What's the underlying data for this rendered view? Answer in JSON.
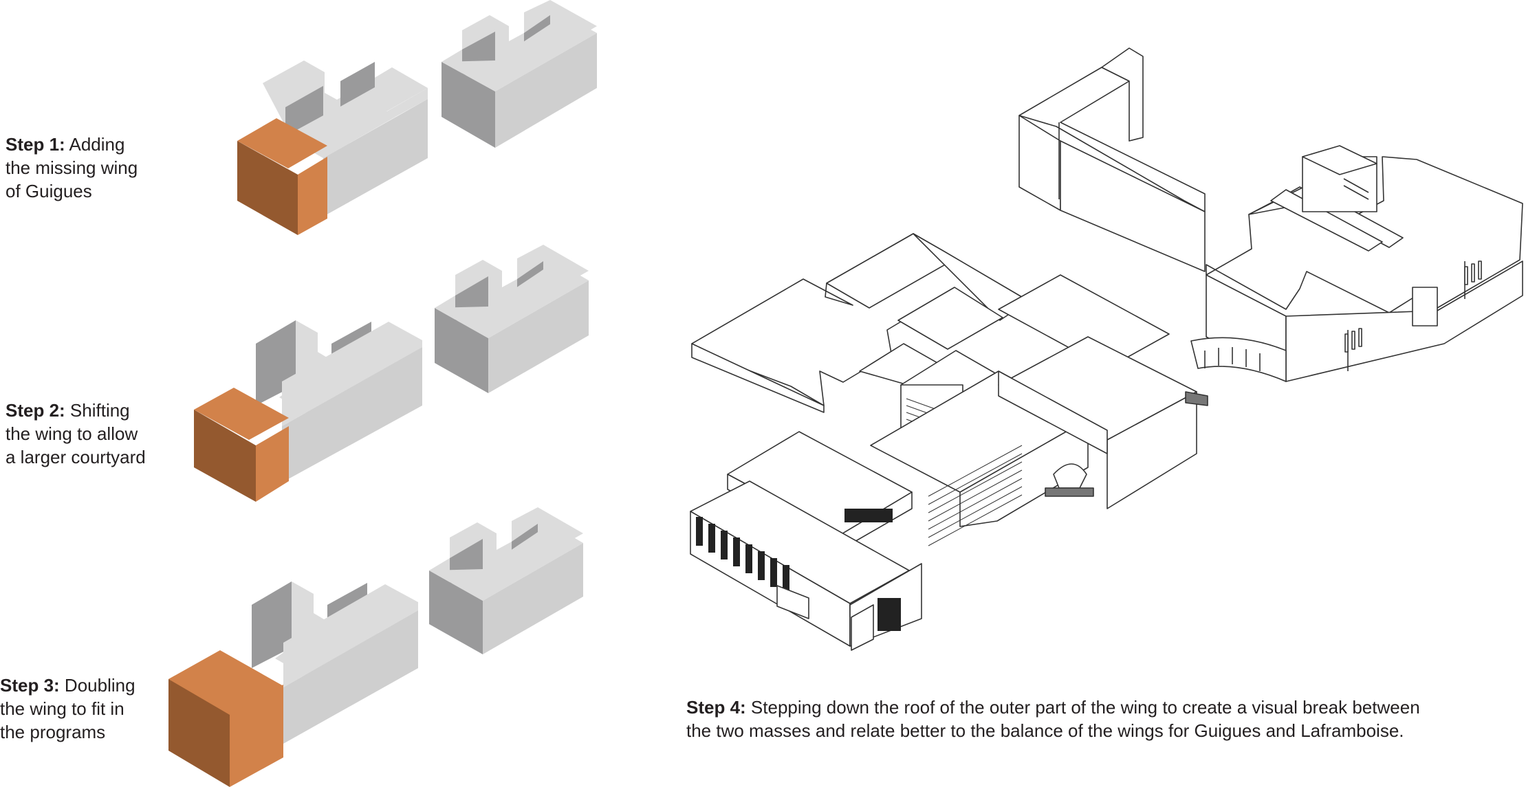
{
  "steps": [
    {
      "label": "Step 1:",
      "text_line1": "Adding",
      "text_line2": "the missing wing",
      "text_line3": "of Guigues"
    },
    {
      "label": "Step 2:",
      "text_line1": "Shifting",
      "text_line2": "the wing to allow",
      "text_line3": "a larger courtyard"
    },
    {
      "label": "Step 3:",
      "text_line1": "Doubling",
      "text_line2": "the wing to fit in",
      "text_line3": "the programs"
    }
  ],
  "step4": {
    "label": "Step 4:",
    "text_line1": "Stepping down the roof of the outer part of the wing to create a visual break between",
    "text_line2": "the two masses and relate better to the balance of the wings for Guigues and Laframboise."
  },
  "colors": {
    "orange_front": "#d2824a",
    "orange_side": "#94592f",
    "grey_top": "#dcdcdc",
    "grey_right": "#cfcfcf",
    "grey_left": "#9a9a9b",
    "line": "#333333"
  }
}
